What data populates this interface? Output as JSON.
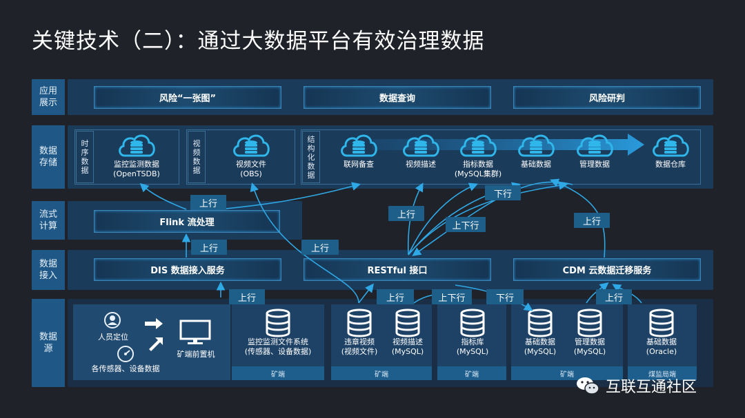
{
  "title": "关键技术（二）：通过大数据平台有效治理数据",
  "rows": {
    "app": "应用\n展示",
    "storage": "数据\n存储",
    "stream": "流式\n计算",
    "access": "数据\n接入",
    "source": "数据\n源"
  },
  "app_bars": [
    "风险“一张图”",
    "数据查询",
    "风险研判"
  ],
  "storage_groups": {
    "timeseries": "时\n序\n数\n据",
    "video": "视\n频\n数\n据",
    "structured": "结\n构\n化\n数\n据"
  },
  "storage_nodes": [
    {
      "l1": "监控监测数据",
      "l2": "(OpenTSDB)"
    },
    {
      "l1": "视频文件",
      "l2": "(OBS)"
    },
    {
      "l1": "联网备查",
      "l2": ""
    },
    {
      "l1": "视频描述",
      "l2": ""
    },
    {
      "l1": "指标数据",
      "l2": "(MySQL集群)"
    },
    {
      "l1": "基础数据",
      "l2": ""
    },
    {
      "l1": "管理数据",
      "l2": ""
    },
    {
      "l1": "数据仓库",
      "l2": ""
    }
  ],
  "stream_bar": "Flink 流处理",
  "access_bars": [
    "DIS 数据接入服务",
    "RESTful 接口",
    "CDM 云数据迁移服务"
  ],
  "tags": {
    "up": "上行",
    "down": "下行",
    "updown": "上下行"
  },
  "source": {
    "personnel": "人员定位",
    "sensors": "各传感器、设备数据",
    "front_machine": "矿端前置机",
    "dbs": [
      {
        "l1": "监控监测文件系统",
        "l2": "(传感器、设备数据)"
      },
      {
        "l1": "违章视频",
        "l2": "(视频文件)"
      },
      {
        "l1": "视频描述",
        "l2": "(MySQL)"
      },
      {
        "l1": "指标库",
        "l2": "(MySQL)"
      },
      {
        "l1": "基础数据",
        "l2": "(MySQL)"
      },
      {
        "l1": "管理数据",
        "l2": "(MySQL)"
      },
      {
        "l1": "基础数据",
        "l2": "(Oracle)"
      }
    ],
    "footers": [
      "矿端",
      "矿端",
      "矿端",
      "矿端",
      "煤监局端"
    ]
  },
  "watermark": "互联互通社区",
  "colors": {
    "background": "#1f2229",
    "panel": "#1b3b5a",
    "accent": "#2fa8e6",
    "cloud": "#2fb6ea"
  }
}
